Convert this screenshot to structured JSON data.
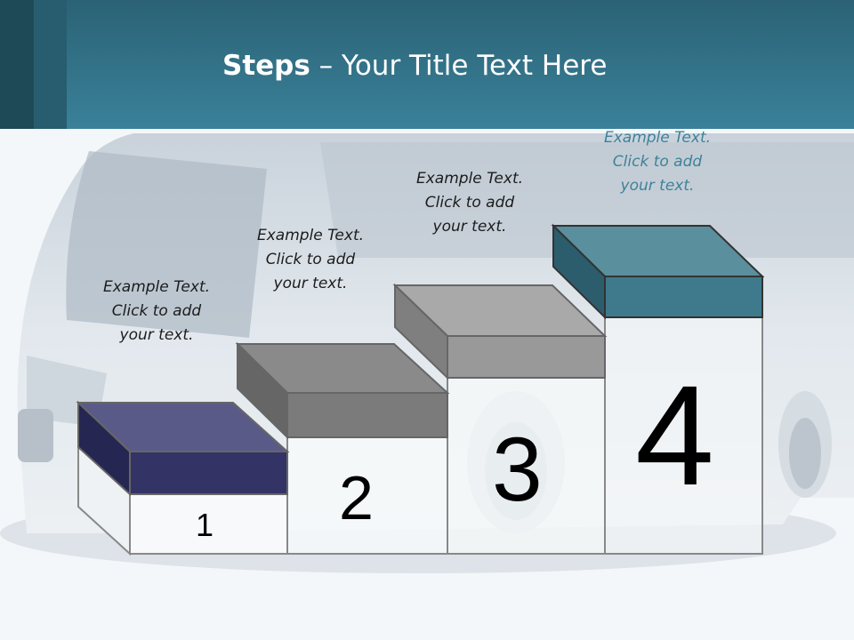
{
  "title": {
    "bold": "Steps",
    "rest": " – Your Title Text Here"
  },
  "steps": [
    {
      "number": "1",
      "line1": "Example Text.",
      "line2": "Click  to add",
      "line3": "your text.",
      "color": "#333366"
    },
    {
      "number": "2",
      "line1": "Example Text.",
      "line2": "Click  to add",
      "line3": "your text.",
      "color": "#808080"
    },
    {
      "number": "3",
      "line1": "Example Text.",
      "line2": "Click  to add",
      "line3": "your text.",
      "color": "#999999"
    },
    {
      "number": "4",
      "line1": "Example Text.",
      "line2": "Click  to add",
      "line3": "your text.",
      "color": "#3e8299"
    }
  ]
}
